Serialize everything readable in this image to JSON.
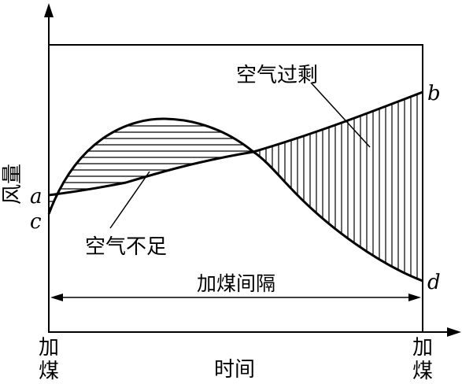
{
  "diagram": {
    "y_axis_label": "风量",
    "x_axis_label": "时间",
    "left_event_label": [
      "加",
      "煤"
    ],
    "right_event_label": [
      "加",
      "煤"
    ],
    "interval_label": "加煤间隔",
    "excess_air_label": "空气过剩",
    "insufficient_air_label": "空气不足",
    "point_labels": {
      "a": "a",
      "b": "b",
      "c": "c",
      "d": "d"
    }
  }
}
